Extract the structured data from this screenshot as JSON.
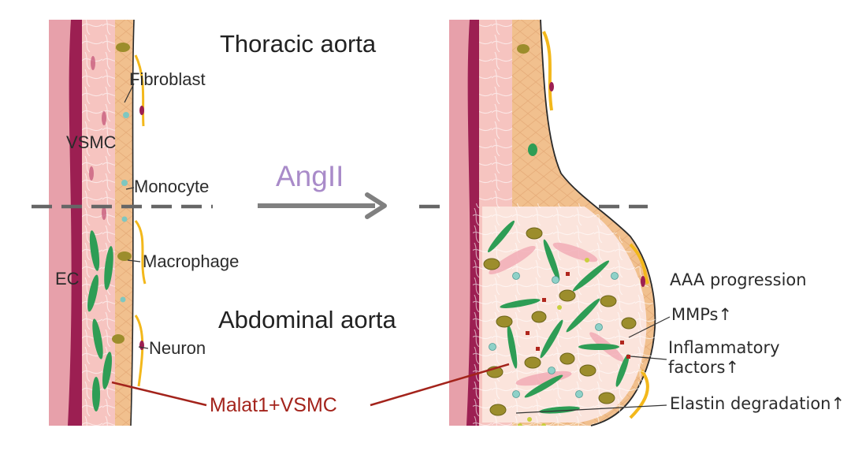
{
  "titles": {
    "thoracic": "Thoracic aorta",
    "abdominal": "Abdominal aorta"
  },
  "cells": {
    "fibroblast": "Fibroblast",
    "vsmc": "VSMC",
    "monocyte": "Monocyte",
    "macrophage": "Macrophage",
    "ec": "EC",
    "neuron": "Neuron"
  },
  "treatment": "AngII",
  "malat1_label": "Malat1+VSMC",
  "outcomes": {
    "aaa_progression": "AAA progression",
    "mmps": "MMPs↑",
    "inflammatory_line1": "Inflammatory",
    "inflammatory_line2": "factors↑",
    "elastin": "Elastin degradation↑"
  },
  "colors": {
    "intima": "#e7a0aa",
    "elastic_lamina": "#9c1f52",
    "media": "#f6c4c0",
    "adventitia": "#f1c08e",
    "vsmc_green": "#2e9d55",
    "macrophage": "#9c8d2c",
    "neuron_yellow": "#f3b81b",
    "arrow_gray": "#808080",
    "angii_purple": "#a98bc9",
    "malat1_red": "#a3231b"
  }
}
